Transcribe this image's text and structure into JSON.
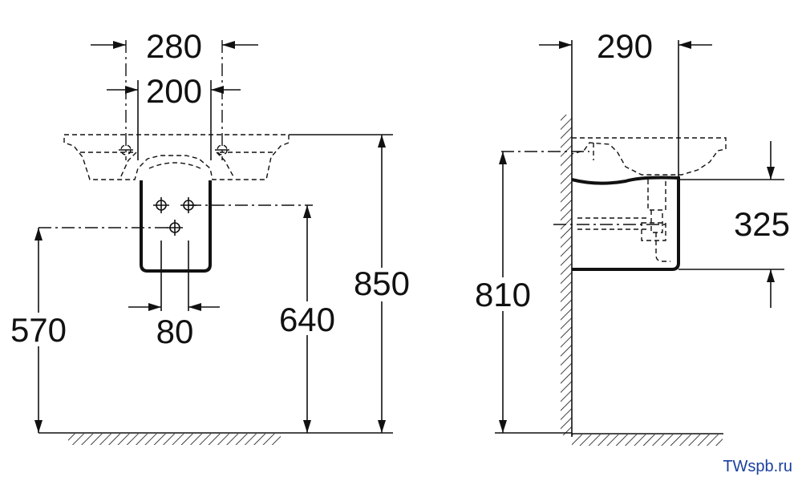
{
  "front_view": {
    "width_outer": "280",
    "width_inner": "200",
    "pedestal_width": "80",
    "left_height": "570",
    "right_height": "640",
    "total_height": "850"
  },
  "side_view": {
    "depth": "290",
    "bowl_height": "325",
    "mount_height": "810"
  },
  "watermark": "TWspb.ru"
}
